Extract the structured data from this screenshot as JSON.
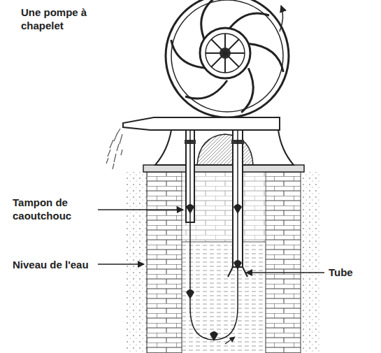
{
  "diagram": {
    "title": "Une pompe à chapelet",
    "labels": [
      "Tampon de caoutchouc",
      "Niveau de l'eau",
      "Tube"
    ]
  }
}
